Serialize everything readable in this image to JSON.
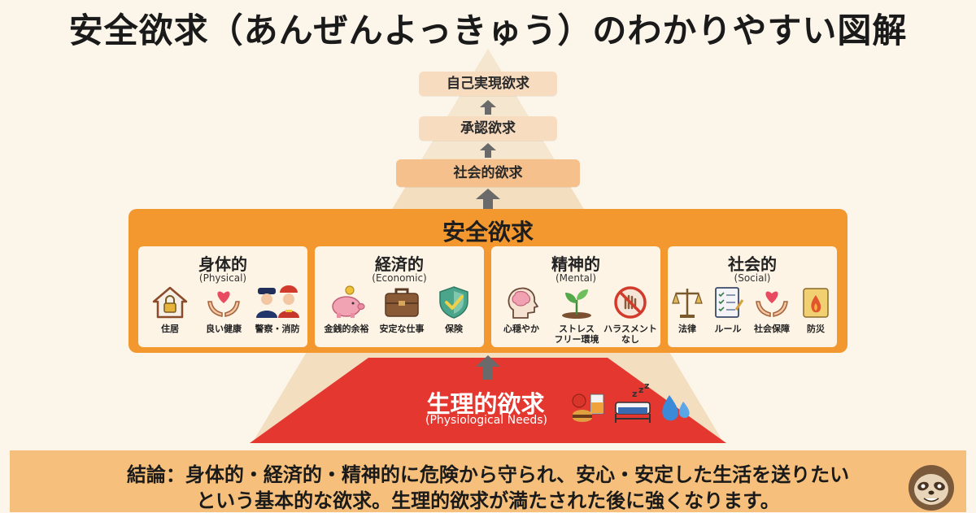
{
  "title": "安全欲求（あんぜんよっきゅう）のわかりやすい図解",
  "colors": {
    "pyramid_light": "#f3dec0",
    "safety": "#f2982f",
    "physiological": "#e3372f",
    "conclusion_bg": "#f6c07c",
    "arrow": "#6a6a6a"
  },
  "pyramid": {
    "self_actualization": "自己実現欲求",
    "esteem": "承認欲求",
    "social": "社会的欲求"
  },
  "safety": {
    "title": "安全欲求",
    "categories": [
      {
        "name": "身体的",
        "sub": "(Physical)",
        "items": [
          {
            "label": "住居",
            "icon": "house-lock-icon"
          },
          {
            "label": "良い健康",
            "icon": "heart-hands-icon"
          },
          {
            "label": "警察・消防",
            "icon": "police-firefighter-icon"
          }
        ]
      },
      {
        "name": "経済的",
        "sub": "(Economic)",
        "items": [
          {
            "label": "金銭的余裕",
            "icon": "piggy-bank-icon"
          },
          {
            "label": "安定な仕事",
            "icon": "briefcase-icon"
          },
          {
            "label": "保険",
            "icon": "shield-check-icon"
          }
        ]
      },
      {
        "name": "精神的",
        "sub": "(Mental)",
        "items": [
          {
            "label": "心穏やか",
            "icon": "brain-head-icon"
          },
          {
            "label": "ストレス フリー環境",
            "label_lines": [
              "ストレス",
              "フリー環境"
            ],
            "icon": "sprout-icon"
          },
          {
            "label": "ハラスメント なし",
            "label_lines": [
              "ハラスメント",
              "なし"
            ],
            "icon": "no-harassment-icon"
          }
        ]
      },
      {
        "name": "社会的",
        "sub": "(Social)",
        "items": [
          {
            "label": "法律",
            "icon": "scales-icon"
          },
          {
            "label": "ルール",
            "icon": "checklist-icon"
          },
          {
            "label": "社会保障",
            "icon": "heart-hands-icon"
          },
          {
            "label": "防災",
            "icon": "fire-safety-icon"
          }
        ]
      }
    ]
  },
  "physiological": {
    "title": "生理的欲求",
    "sub": "(Physiological Needs)",
    "icons": [
      "food-icon",
      "sleep-bed-icon",
      "water-drops-icon"
    ]
  },
  "conclusion": {
    "line1": "結論：身体的・経済的・精神的に危険から守られ、安心・安定した生活を送りたい",
    "line2": "という基本的な欲求。生理的欲求が満たされた後に強くなります。"
  }
}
